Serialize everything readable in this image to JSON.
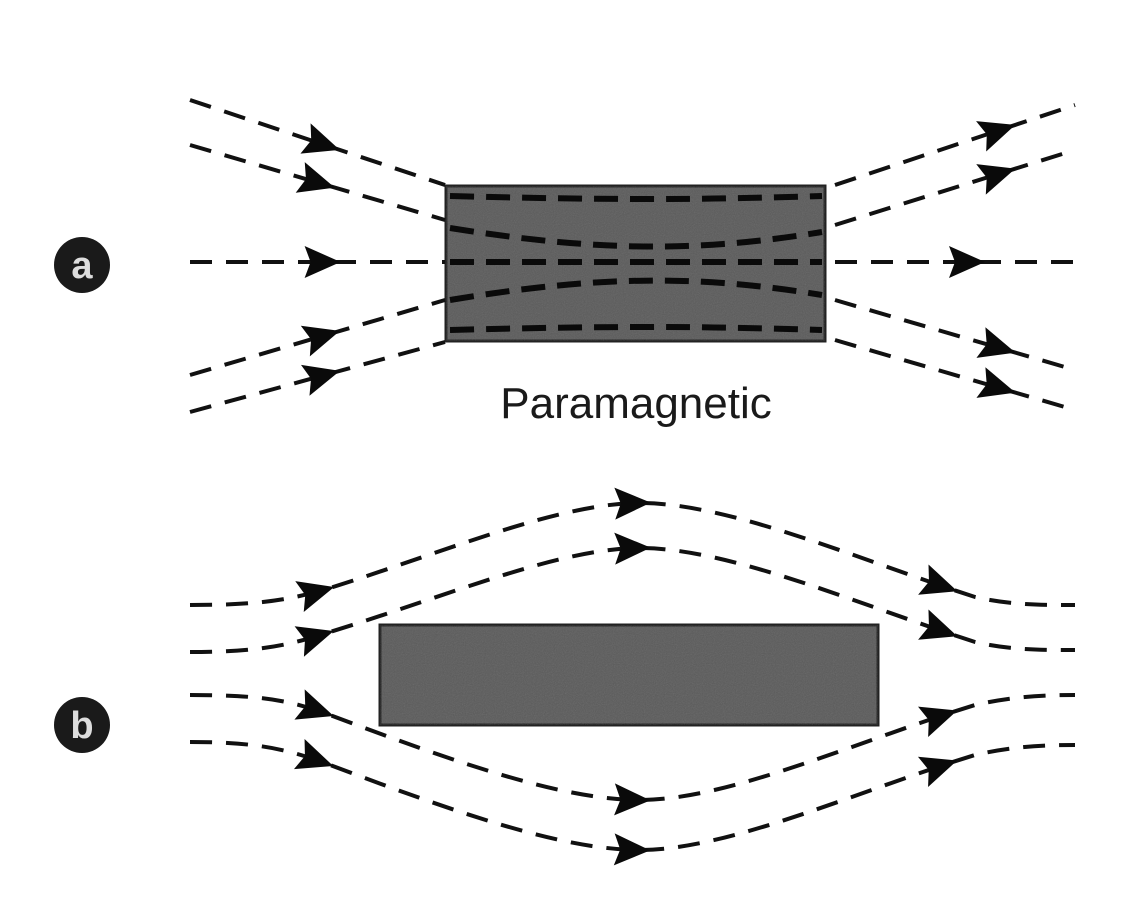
{
  "diagram": {
    "part_a": {
      "label": "a",
      "caption": "Paramagnetic"
    },
    "part_b": {
      "label": "b"
    },
    "colors": {
      "material_fill": "#5a5a5a",
      "line": "#111111",
      "badge": "#1a1a1a"
    }
  }
}
